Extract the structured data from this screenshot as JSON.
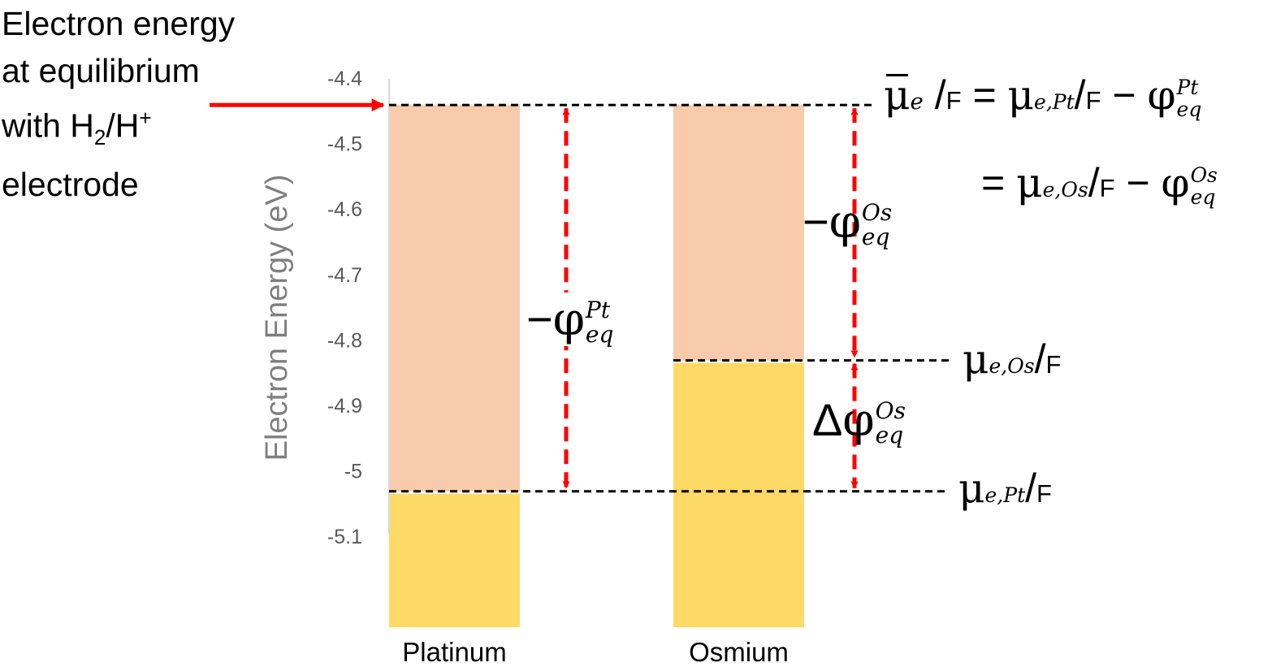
{
  "chart_data": {
    "type": "bar",
    "ylabel": "Electron Energy (eV)",
    "ylim": [
      -5.1,
      -4.4
    ],
    "yticks": [
      "-4.4",
      "-4.5",
      "-4.6",
      "-4.7",
      "-4.8",
      "-4.9",
      "-5",
      "-5.1"
    ],
    "categories": [
      "Platinum",
      "Osmium"
    ],
    "equilibrium_level": -4.44,
    "series": [
      {
        "values": [
          -5.03,
          -4.83
        ],
        "color": "#fdd966"
      },
      {
        "values": [
          -4.44,
          -4.44
        ],
        "color": "#f7cbac"
      }
    ],
    "fermi_levels": {
      "Platinum": -5.03,
      "Osmium": -4.83
    },
    "annotation_color": "#ff0000"
  },
  "callout": {
    "line1": "Electron energy",
    "line2": "at equilibrium",
    "line3_pre": "with H",
    "line3_sub": "2",
    "line3_mid": "/H",
    "line3_sup": "+",
    "line4": "electrode"
  },
  "eq": {
    "mu_bar": "μ",
    "e": "e",
    "slash": "/",
    "F": "F",
    "equals": "=",
    "minus": "−",
    "mu": "μ",
    "phi": "φ",
    "Delta": "Δ",
    "ePt": "e,Pt",
    "eOs": "e,Os",
    "Pt": "Pt",
    "Os": "Os",
    "eq": "eq"
  }
}
